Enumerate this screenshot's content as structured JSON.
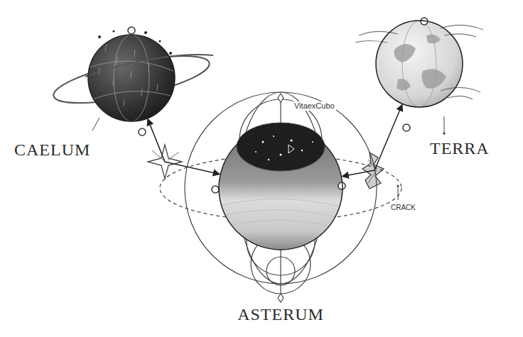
{
  "diagram": {
    "nodes": [
      {
        "text": [
          "CAELUM"
        ]
      },
      {
        "text": [
          "TERRA"
        ]
      },
      {
        "text": [
          "ASTERUM"
        ]
      }
    ],
    "edges": [
      {
        "from": 0,
        "to": 2,
        "arrow": "both"
      },
      {
        "from": 2,
        "to": 1,
        "arrow": "both"
      }
    ],
    "labels": [
      "VitaexCubo",
      "CRACK"
    ]
  }
}
